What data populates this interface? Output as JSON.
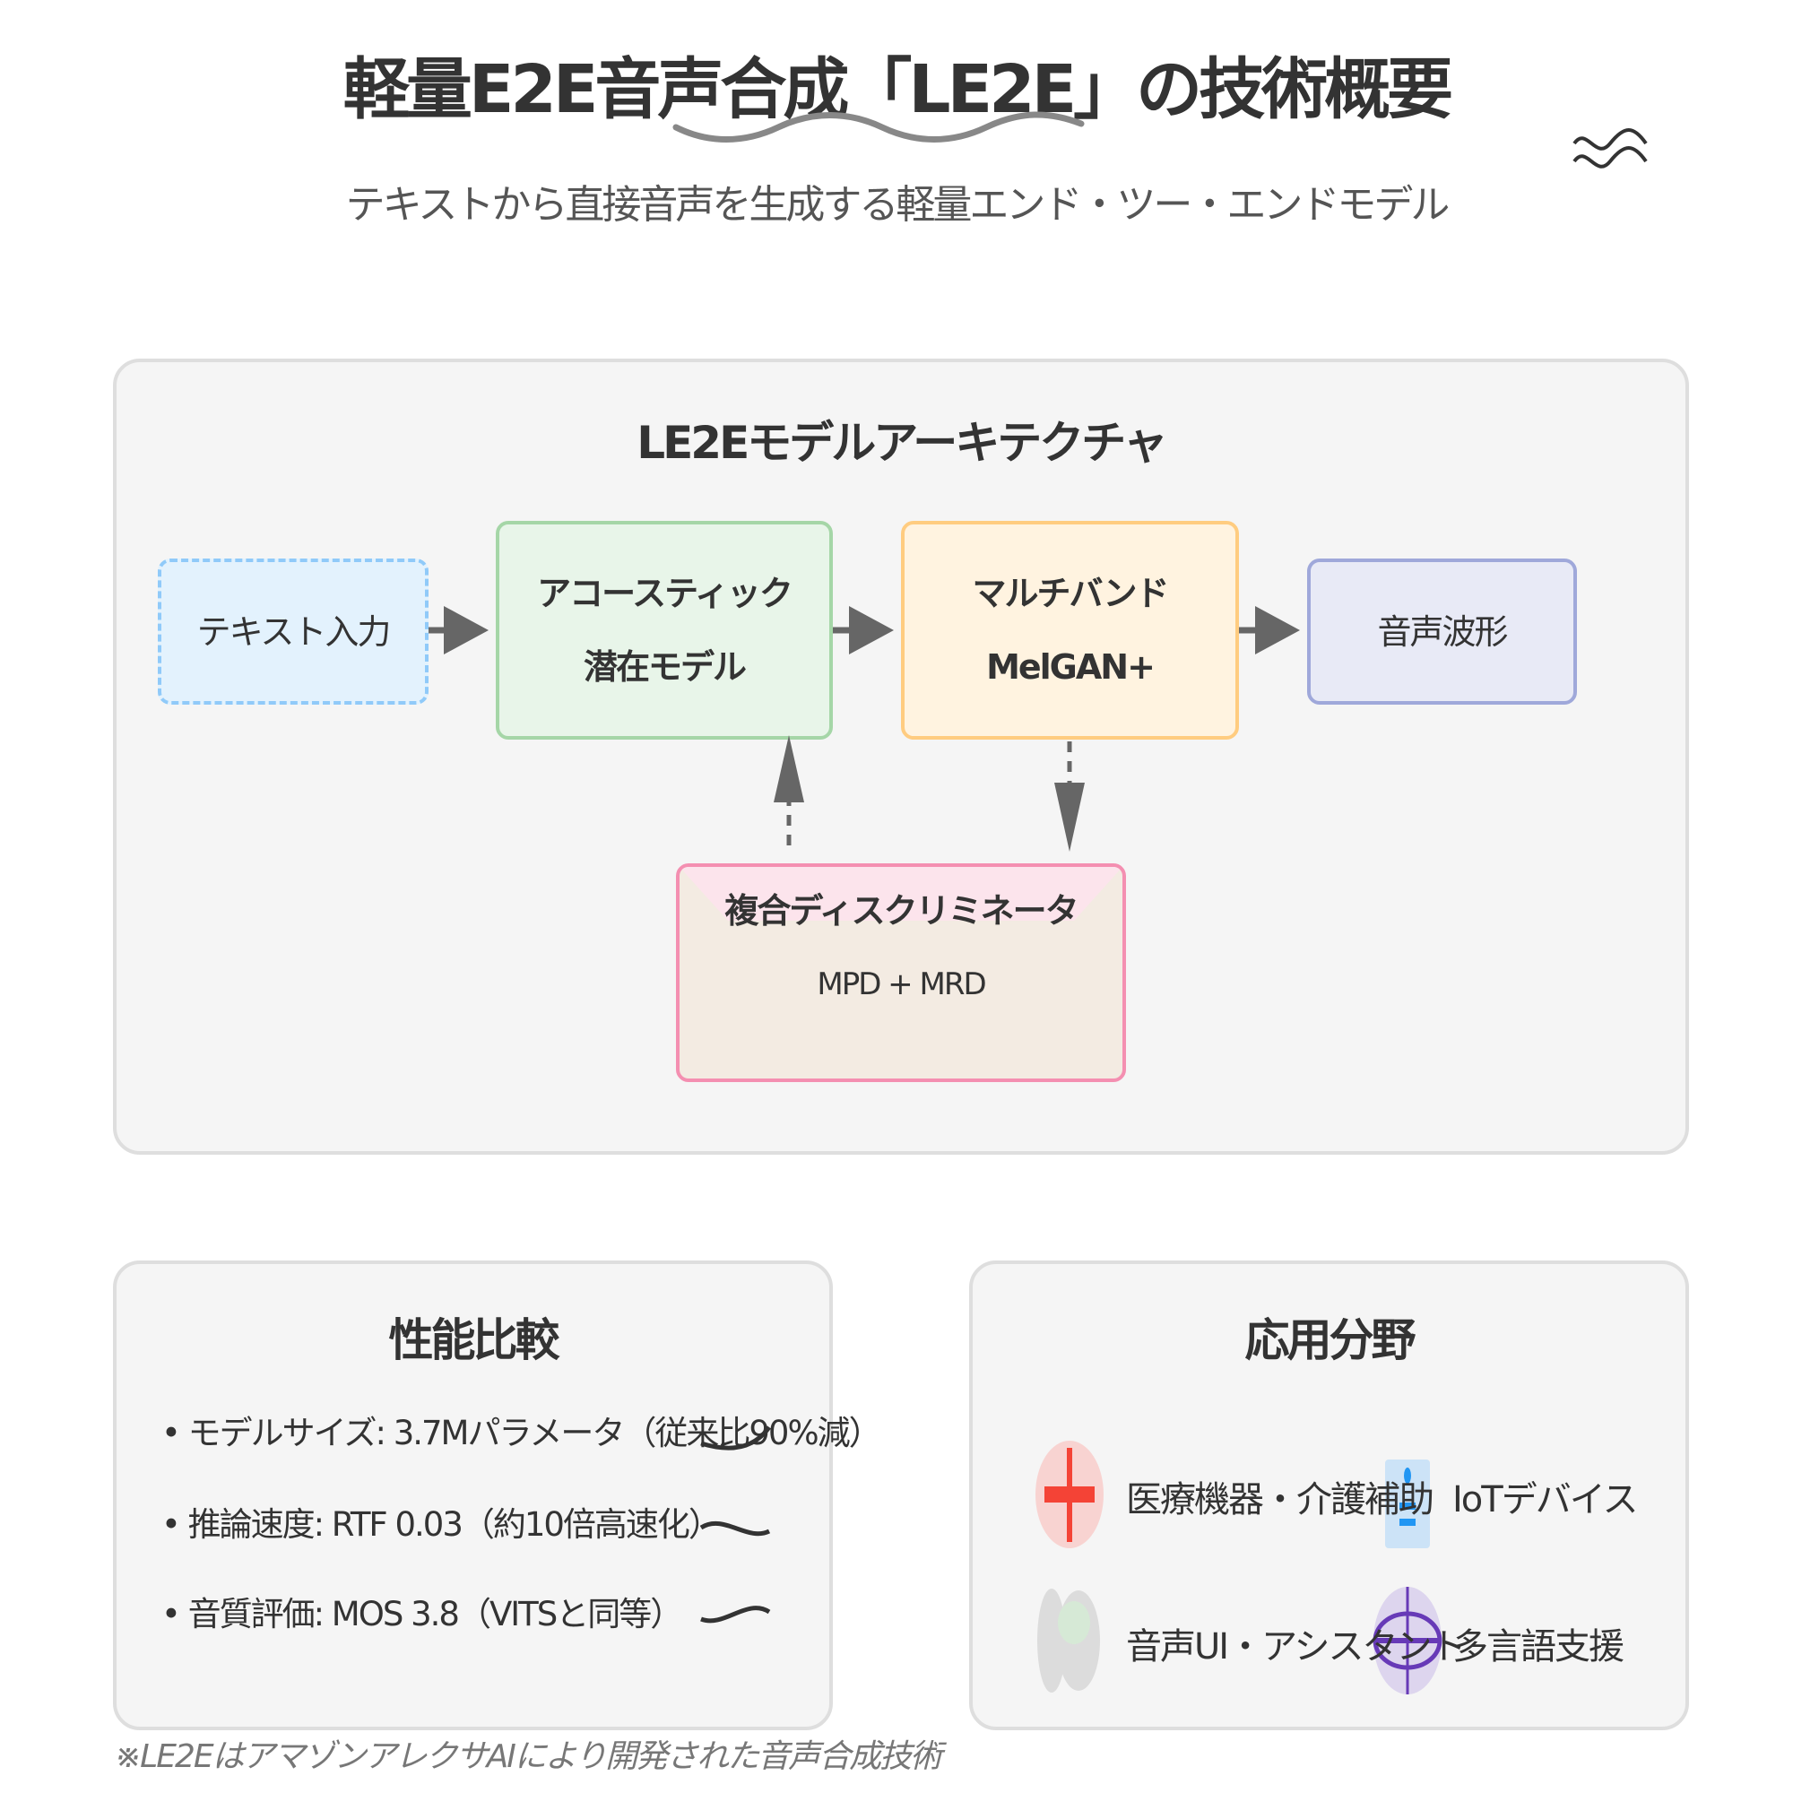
{
  "header": {
    "title": "軽量E2E音声合成「LE2E」の技術概要",
    "subtitle": "テキストから直接音声を生成する軽量エンド・ツー・エンドモデル",
    "icon": "sound-wave-icon"
  },
  "architecture": {
    "title": "LE2Eモデルアーキテクチャ",
    "nodes": {
      "text_input": "テキスト入力",
      "acoustic_line1": "アコースティック",
      "acoustic_line2": "潜在モデル",
      "multiband_line1": "マルチバンド",
      "multiband_line2": "MelGAN+",
      "waveform": "音声波形",
      "discriminator_title": "複合ディスクリミネータ",
      "discriminator_sub": "MPD + MRD"
    },
    "colors": {
      "text_input": "#90caf9",
      "acoustic": "#a5d6a7",
      "multiband": "#ffcc80",
      "waveform": "#9fa8da",
      "discriminator": "#f48fb1",
      "arrow": "#666666"
    }
  },
  "performance": {
    "title": "性能比較",
    "items": [
      "• モデルサイズ: 3.7Mパラメータ（従来比90%減）",
      "• 推論速度: RTF 0.03（約10倍高速化）",
      "• 音質評価: MOS 3.8（VITSと同等）"
    ]
  },
  "applications": {
    "title": "応用分野",
    "items": [
      {
        "label": "医療機器・介護補助",
        "icon": "medical-cross-icon",
        "color": "#f44336"
      },
      {
        "label": "IoTデバイス",
        "icon": "iot-device-icon",
        "color": "#2196f3"
      },
      {
        "label": "音声UI・アシスタント",
        "icon": "speaker-icon",
        "color": "#a5d6a7"
      },
      {
        "label": "多言語支援",
        "icon": "globe-icon",
        "color": "#673ab7"
      }
    ]
  },
  "footnote": "※LE2EはアマゾンアレクサAIにより開発された音声合成技術"
}
